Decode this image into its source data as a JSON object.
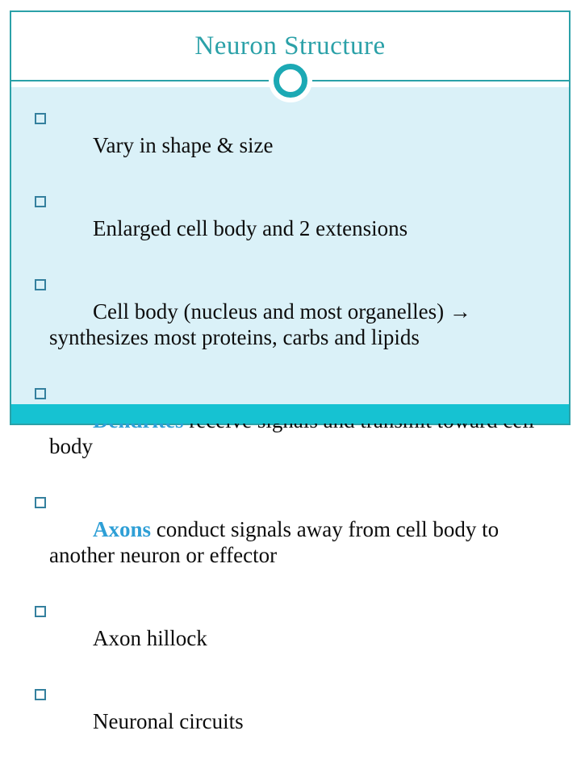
{
  "slide": {
    "title": "Neuron Structure",
    "bullets": [
      {
        "lead": "",
        "rest": "Vary in shape & size"
      },
      {
        "lead": "",
        "rest": "Enlarged cell body and 2 extensions"
      },
      {
        "lead": "",
        "rest": "Cell body (nucleus and most organelles) →\nsynthesizes most proteins, carbs and lipids"
      },
      {
        "lead": "Dendrites",
        "rest": " receive signals and transmit toward cell\nbody"
      },
      {
        "lead": "Axons",
        "rest": " conduct signals away from cell body to\nanother neuron or effector"
      },
      {
        "lead": "",
        "rest": "Axon hillock"
      },
      {
        "lead": "",
        "rest": "Neuronal circuits"
      }
    ]
  },
  "theme": {
    "teal": "#2BA1A8",
    "ring_teal": "#1CA9B4",
    "bar_cyan": "#16C2D2",
    "content_bg": "#DAF1F8",
    "accent_blue": "#2E9FD6",
    "bullet_outline": "#34809E",
    "text_color": "#0D0D0D"
  }
}
